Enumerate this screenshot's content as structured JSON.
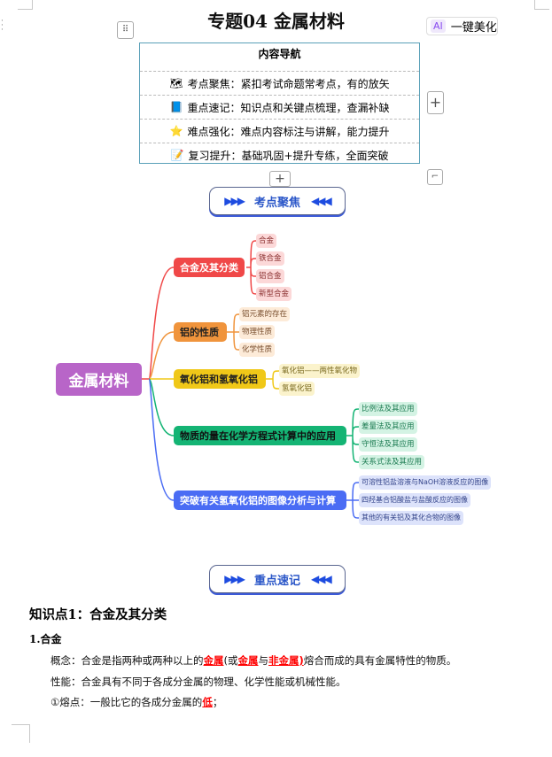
{
  "title": "专题04  金属材料",
  "ai_button": {
    "badge": "AI",
    "label": "一键美化"
  },
  "nav": {
    "heading": "内容导航",
    "rows": [
      {
        "icon": "map-icon",
        "glyph": "🗺",
        "text": "考点聚焦：紧扣考试命题常考点，有的放矢"
      },
      {
        "icon": "book-icon",
        "glyph": "📘",
        "text": "重点速记：知识点和关键点梳理，查漏补缺"
      },
      {
        "icon": "star-icon",
        "glyph": "⭐",
        "text": "难点强化：难点内容标注与讲解，能力提升"
      },
      {
        "icon": "checklist-icon",
        "glyph": "📝",
        "text": "复习提升：基础巩固+提升专练，全面突破"
      }
    ]
  },
  "banners": [
    {
      "arrows_left": "▶▶▶",
      "label": "考点聚焦",
      "arrows_right": "◀◀◀"
    },
    {
      "arrows_left": "▶▶▶",
      "label": "重点速记",
      "arrows_right": "◀◀◀"
    }
  ],
  "mindmap": {
    "root": "金属材料",
    "branches": [
      {
        "label": "合金及其分类",
        "color": "#f04848",
        "children": [
          "合金",
          "铁合金",
          "铝合金",
          "新型合金"
        ]
      },
      {
        "label": "铝的性质",
        "color": "#f0943c",
        "children": [
          "铝元素的存在",
          "物理性质",
          "化学性质"
        ]
      },
      {
        "label": "氧化铝和氢氧化铝",
        "color": "#f0c818",
        "children": [
          "氧化铝——两性氧化物",
          "氢氧化铝"
        ]
      },
      {
        "label": "物质的量在化学方程式计算中的应用",
        "color": "#14b474",
        "children": [
          "比例法及其应用",
          "差量法及其应用",
          "守恒法及其应用",
          "关系式法及其应用"
        ]
      },
      {
        "label": "突破有关氢氧化铝的图像分析与计算",
        "color": "#4a6cf4",
        "children": [
          "可溶性铝盐溶液与NaOH溶液反应的图像",
          "四羟基合铝酸盐与盐酸反应的图像",
          "其他的有关铝及其化合物的图像"
        ]
      }
    ]
  },
  "section": {
    "heading": "知识点1：合金及其分类",
    "sub": "1.合金",
    "p1": {
      "a": "概念：合金是指两种或两种以上的",
      "b": "金属",
      "c": "(或",
      "d": "金属",
      "e": "与",
      "f": "非金属",
      "g": ")",
      "h": "熔合而成的具有金属特性的物质。"
    },
    "p2": "性能：合金具有不同于各成分金属的物理、化学性能或机械性能。",
    "p3": {
      "a": "①熔点：一般比它的各成分金属的",
      "b": "低",
      "c": "；"
    }
  }
}
